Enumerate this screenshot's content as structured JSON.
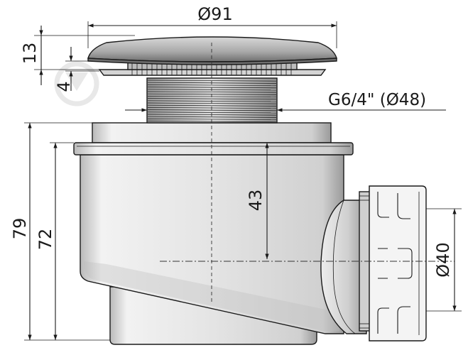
{
  "dimensions": {
    "cap_diameter": "Ø91",
    "cap_height": "13",
    "rim_height": "4",
    "thread": "G6/4\" (Ø48)",
    "inner_depth": "43",
    "total_height": "79",
    "body_height": "72",
    "outlet_diameter": "Ø40"
  },
  "colors": {
    "line": "#1a1a1a",
    "body_light": "#e8e8e8",
    "body_mid": "#c9c9c9",
    "body_dark": "#8a8a8a",
    "watermark": "#dcdcdc"
  },
  "icons": [
    "watermark-logo-icon"
  ]
}
